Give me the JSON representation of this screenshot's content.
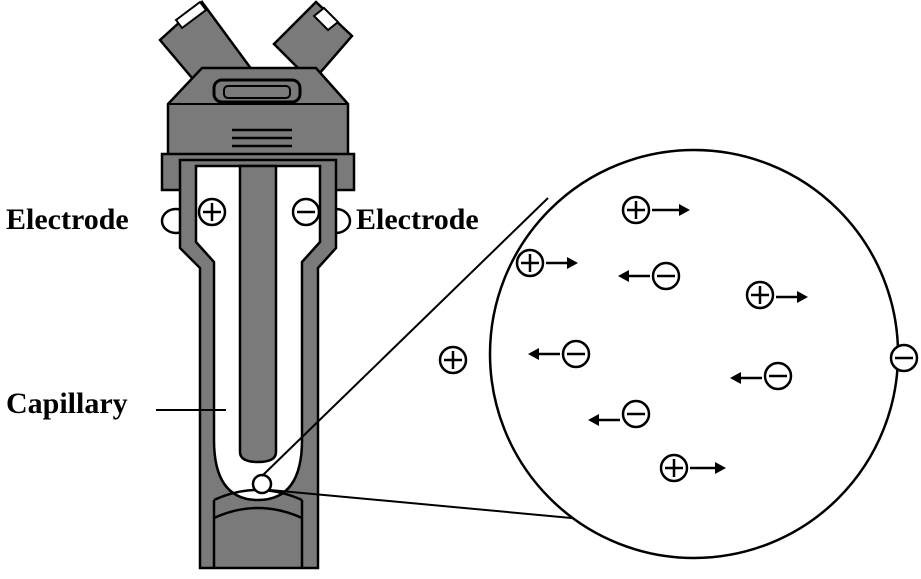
{
  "labels": {
    "electrode_left": "Electrode",
    "electrode_right": "Electrode",
    "capillary": "Capillary"
  },
  "colors": {
    "device_fill": "#7a7a7a",
    "line": "#000000",
    "background": "#ffffff"
  },
  "ion_symbols": {
    "positive": "+",
    "negative": "−"
  }
}
